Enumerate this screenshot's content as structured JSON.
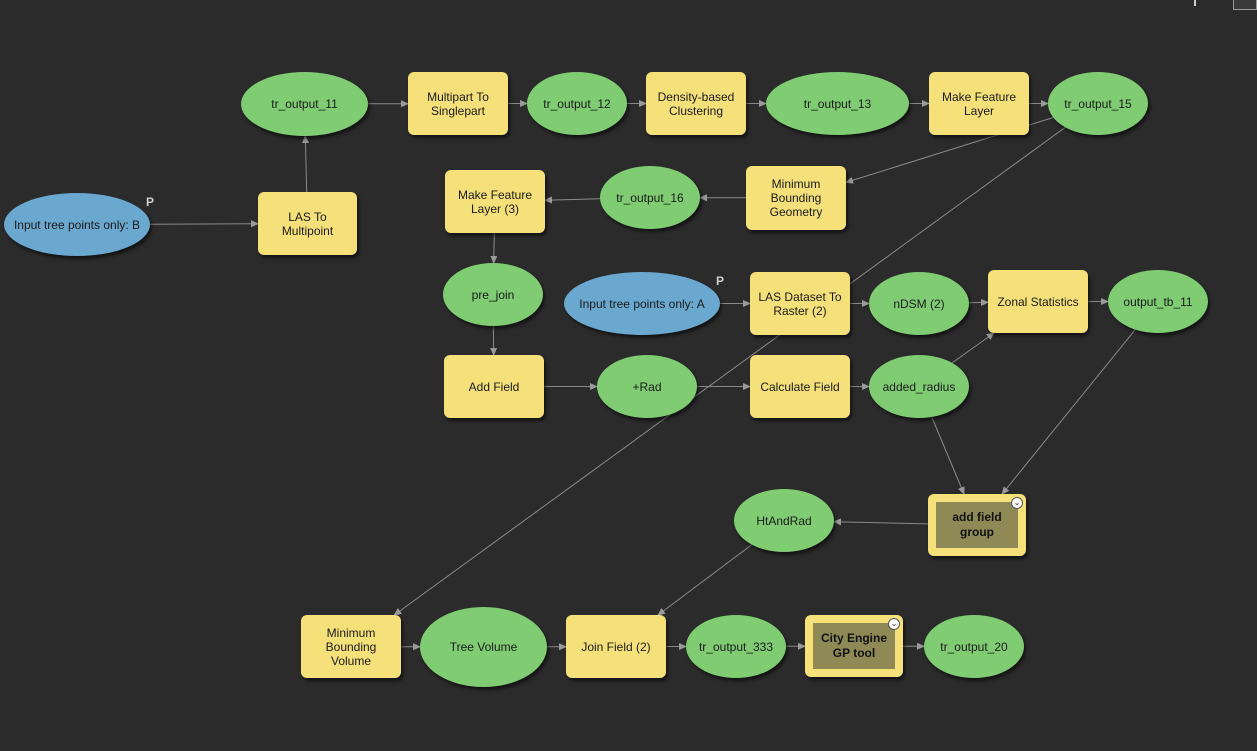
{
  "nodes": {
    "input_b": {
      "label": "Input tree points only: B",
      "kind": "param",
      "param_marker": "P"
    },
    "las_to_multipoint": {
      "label": "LAS To\nMultipoint",
      "kind": "tool"
    },
    "tr_output_11": {
      "label": "tr_output_11",
      "kind": "data"
    },
    "multipart_to_singlepart": {
      "label": "Multipart To\nSinglepart",
      "kind": "tool"
    },
    "tr_output_12": {
      "label": "tr_output_12",
      "kind": "data"
    },
    "density_clustering": {
      "label": "Density-based\nClustering",
      "kind": "tool"
    },
    "tr_output_13": {
      "label": "tr_output_13",
      "kind": "data"
    },
    "make_feature_layer": {
      "label": "Make Feature\nLayer",
      "kind": "tool"
    },
    "tr_output_15": {
      "label": "tr_output_15",
      "kind": "data"
    },
    "minimum_bounding_geometry": {
      "label": "Minimum\nBounding\nGeometry",
      "kind": "tool"
    },
    "tr_output_16": {
      "label": "tr_output_16",
      "kind": "data"
    },
    "make_feature_layer_3": {
      "label": "Make Feature\nLayer (3)",
      "kind": "tool"
    },
    "pre_join": {
      "label": "pre_join",
      "kind": "data"
    },
    "input_a": {
      "label": "Input tree points only: A",
      "kind": "param",
      "param_marker": "P"
    },
    "las_dataset_to_raster": {
      "label": "LAS Dataset To\nRaster (2)",
      "kind": "tool"
    },
    "ndsm_2": {
      "label": "nDSM (2)",
      "kind": "data"
    },
    "zonal_statistics": {
      "label": "Zonal Statistics",
      "kind": "tool"
    },
    "output_tb_11": {
      "label": "output_tb_11",
      "kind": "data"
    },
    "add_field": {
      "label": "Add Field",
      "kind": "tool"
    },
    "plus_rad": {
      "label": "+Rad",
      "kind": "data"
    },
    "calculate_field": {
      "label": "Calculate Field",
      "kind": "tool"
    },
    "added_radius": {
      "label": "added_radius",
      "kind": "data"
    },
    "add_field_group": {
      "label": "add field\ngroup",
      "kind": "group",
      "expand_glyph": "⌄"
    },
    "htandrad": {
      "label": "HtAndRad",
      "kind": "data"
    },
    "minimum_bounding_volume": {
      "label": "Minimum\nBounding\nVolume",
      "kind": "tool"
    },
    "tree_volume": {
      "label": "Tree Volume",
      "kind": "data"
    },
    "join_field_2": {
      "label": "Join Field (2)",
      "kind": "tool"
    },
    "tr_output_333": {
      "label": "tr_output_333",
      "kind": "data"
    },
    "city_engine_gp_tool": {
      "label": "City Engine\nGP tool",
      "kind": "group",
      "expand_glyph": "⌄"
    },
    "tr_output_20": {
      "label": "tr_output_20",
      "kind": "data"
    }
  },
  "edges": [
    [
      "input_b",
      "las_to_multipoint"
    ],
    [
      "las_to_multipoint",
      "tr_output_11"
    ],
    [
      "tr_output_11",
      "multipart_to_singlepart"
    ],
    [
      "multipart_to_singlepart",
      "tr_output_12"
    ],
    [
      "tr_output_12",
      "density_clustering"
    ],
    [
      "density_clustering",
      "tr_output_13"
    ],
    [
      "tr_output_13",
      "make_feature_layer"
    ],
    [
      "make_feature_layer",
      "tr_output_15"
    ],
    [
      "tr_output_15",
      "minimum_bounding_geometry"
    ],
    [
      "minimum_bounding_geometry",
      "tr_output_16"
    ],
    [
      "tr_output_16",
      "make_feature_layer_3"
    ],
    [
      "make_feature_layer_3",
      "pre_join"
    ],
    [
      "pre_join",
      "add_field"
    ],
    [
      "add_field",
      "plus_rad"
    ],
    [
      "plus_rad",
      "calculate_field"
    ],
    [
      "calculate_field",
      "added_radius"
    ],
    [
      "input_a",
      "las_dataset_to_raster"
    ],
    [
      "las_dataset_to_raster",
      "ndsm_2"
    ],
    [
      "ndsm_2",
      "zonal_statistics"
    ],
    [
      "zonal_statistics",
      "output_tb_11"
    ],
    [
      "added_radius",
      "zonal_statistics"
    ],
    [
      "added_radius",
      "add_field_group"
    ],
    [
      "output_tb_11",
      "add_field_group"
    ],
    [
      "add_field_group",
      "htandrad"
    ],
    [
      "htandrad",
      "join_field_2"
    ],
    [
      "tr_output_15",
      "minimum_bounding_volume"
    ],
    [
      "minimum_bounding_volume",
      "tree_volume"
    ],
    [
      "tree_volume",
      "join_field_2"
    ],
    [
      "join_field_2",
      "tr_output_333"
    ],
    [
      "tr_output_333",
      "city_engine_gp_tool"
    ],
    [
      "city_engine_gp_tool",
      "tr_output_20"
    ]
  ]
}
